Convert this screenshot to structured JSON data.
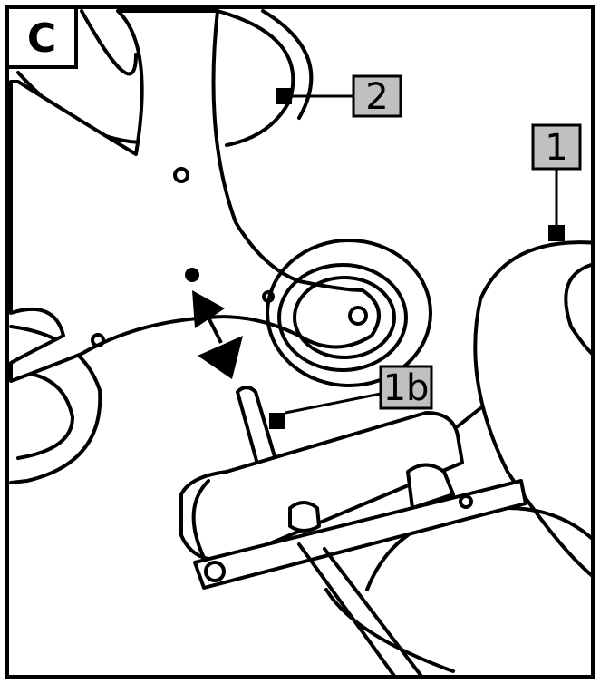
{
  "panel": {
    "letter": "C"
  },
  "callouts": {
    "part_2": "2",
    "part_1": "1",
    "part_1b": "1b"
  },
  "colors": {
    "line": "#000000",
    "label_fill": "#c0c0c0",
    "background": "#ffffff"
  },
  "icons": {
    "motion": "double-arrow-icon"
  }
}
